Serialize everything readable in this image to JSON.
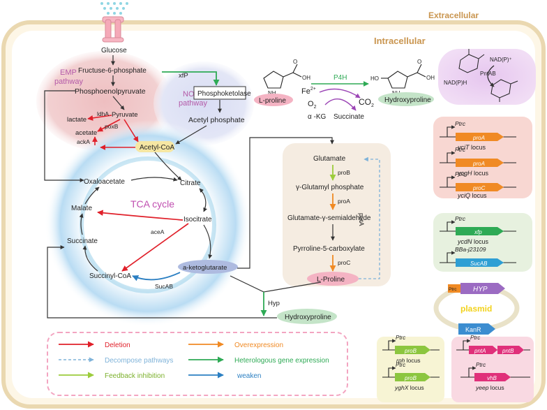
{
  "regions": {
    "extracellular": "Extracellular",
    "intracellular": "Intracellular"
  },
  "emp": {
    "label1": "EMP",
    "label2": "pathway"
  },
  "nog": {
    "label1": "NOG",
    "label2": "pathway"
  },
  "tca": {
    "label": "TCA cycle"
  },
  "metabolites": {
    "glucose": "Glucose",
    "f6p": "Fructuse-6-phosphate",
    "pep": "Phosphoenolpyruvate",
    "pyruvate": "Pyruvate",
    "lactate": "lactate",
    "acetate": "acetate",
    "acetylcoa": "Acetyl-CoA",
    "acetylphosphate": "Acetyl phosphate",
    "phosphoketolase": "Phosphoketolase",
    "oxaloacetate": "Oxaloacetate",
    "citrate": "Citrate",
    "isocitrate": "Isocitrate",
    "malate": "Malate",
    "succinate": "Succinate",
    "succinylcoa": "Succinyl-CoA",
    "akg": "a-ketoglutarate",
    "glutamate": "Glutamate",
    "gglutamylp": "γ-Glutamyl phosphate",
    "gsa": "Glutamate-γ-semialdehyde",
    "p5c": "Pyrroline-5-carboxylate",
    "lproline": "L-Proline",
    "hydroxyproline": "Hydroxyproline"
  },
  "enzymes": {
    "xfp": "xfP",
    "ldhA": "ldhA",
    "poxB": "poxB",
    "ackA": "ackA",
    "aceA": "aceA",
    "sucAB": "SucAB",
    "proB": "proB",
    "proA": "proA",
    "proC": "proC",
    "putA": "putA",
    "hyp": "Hyp"
  },
  "reaction": {
    "lproline": "L-proline",
    "hydroxyproline": "Hydroxyproline",
    "p4h": "P4H",
    "fe": "Fe",
    "fe_sup": "2+",
    "o2": "O",
    "o2_sub": "2",
    "co2": "CO",
    "co2_sub": "2",
    "akg": "α -KG",
    "succinate": "Succinate",
    "nh": "NH",
    "oh": "OH",
    "ho": "HO",
    "o": "O"
  },
  "cofactor": {
    "nadp": "NAD(P)⁺",
    "nadph": "NAD(P)H",
    "enzyme": "PntAB"
  },
  "loci": [
    {
      "promoter": "Ptrc",
      "gene": "proA",
      "locus": "yciT",
      "suffix": " locus"
    },
    {
      "promoter": "Ptrc",
      "gene": "proA",
      "locus": "ycgH",
      "suffix": " locus"
    },
    {
      "promoter": "Ptrc",
      "gene": "proC",
      "locus": "yciQ",
      "suffix": " locus"
    },
    {
      "promoter": "Ptrc",
      "gene": "xfp",
      "locus": "ycdN",
      "suffix": " locus"
    },
    {
      "promoter": "BBa-j23109",
      "gene": "SucAB",
      "locus": "",
      "suffix": ""
    },
    {
      "promoter": "Ptrc",
      "gene": "proB",
      "locus": "rph",
      "suffix": " locus"
    },
    {
      "promoter": "Ptrc",
      "gene": "proB",
      "locus": "yghX",
      "suffix": " locus"
    },
    {
      "promoter": "Ptrc",
      "gene": "pntA",
      "gene2": "pntB",
      "locus": "",
      "suffix": ""
    },
    {
      "promoter": "Ptrc",
      "gene": "vhB",
      "locus": "yeep",
      "suffix": " locus"
    }
  ],
  "plasmid": {
    "label": "plasmid",
    "promoter": "Ptrc",
    "gene": "HYP",
    "marker": "KanR"
  },
  "legend": {
    "deletion": "Deletion",
    "decompose": "Decompose pathways",
    "feedback": "Feedback inhibition",
    "overexpression": "Overexpression",
    "heterologous": "Heterologous gene expression",
    "weaken": "weaken"
  },
  "colors": {
    "deletion": "#e0202a",
    "decompose": "#7fb3d9",
    "feedback": "#9ccc3c",
    "overexpression": "#f08a24",
    "heterologous": "#2eaa55",
    "weaken": "#2b7fc2",
    "region_label": "#c9954f",
    "plasmid_label": "#f2d21b"
  }
}
